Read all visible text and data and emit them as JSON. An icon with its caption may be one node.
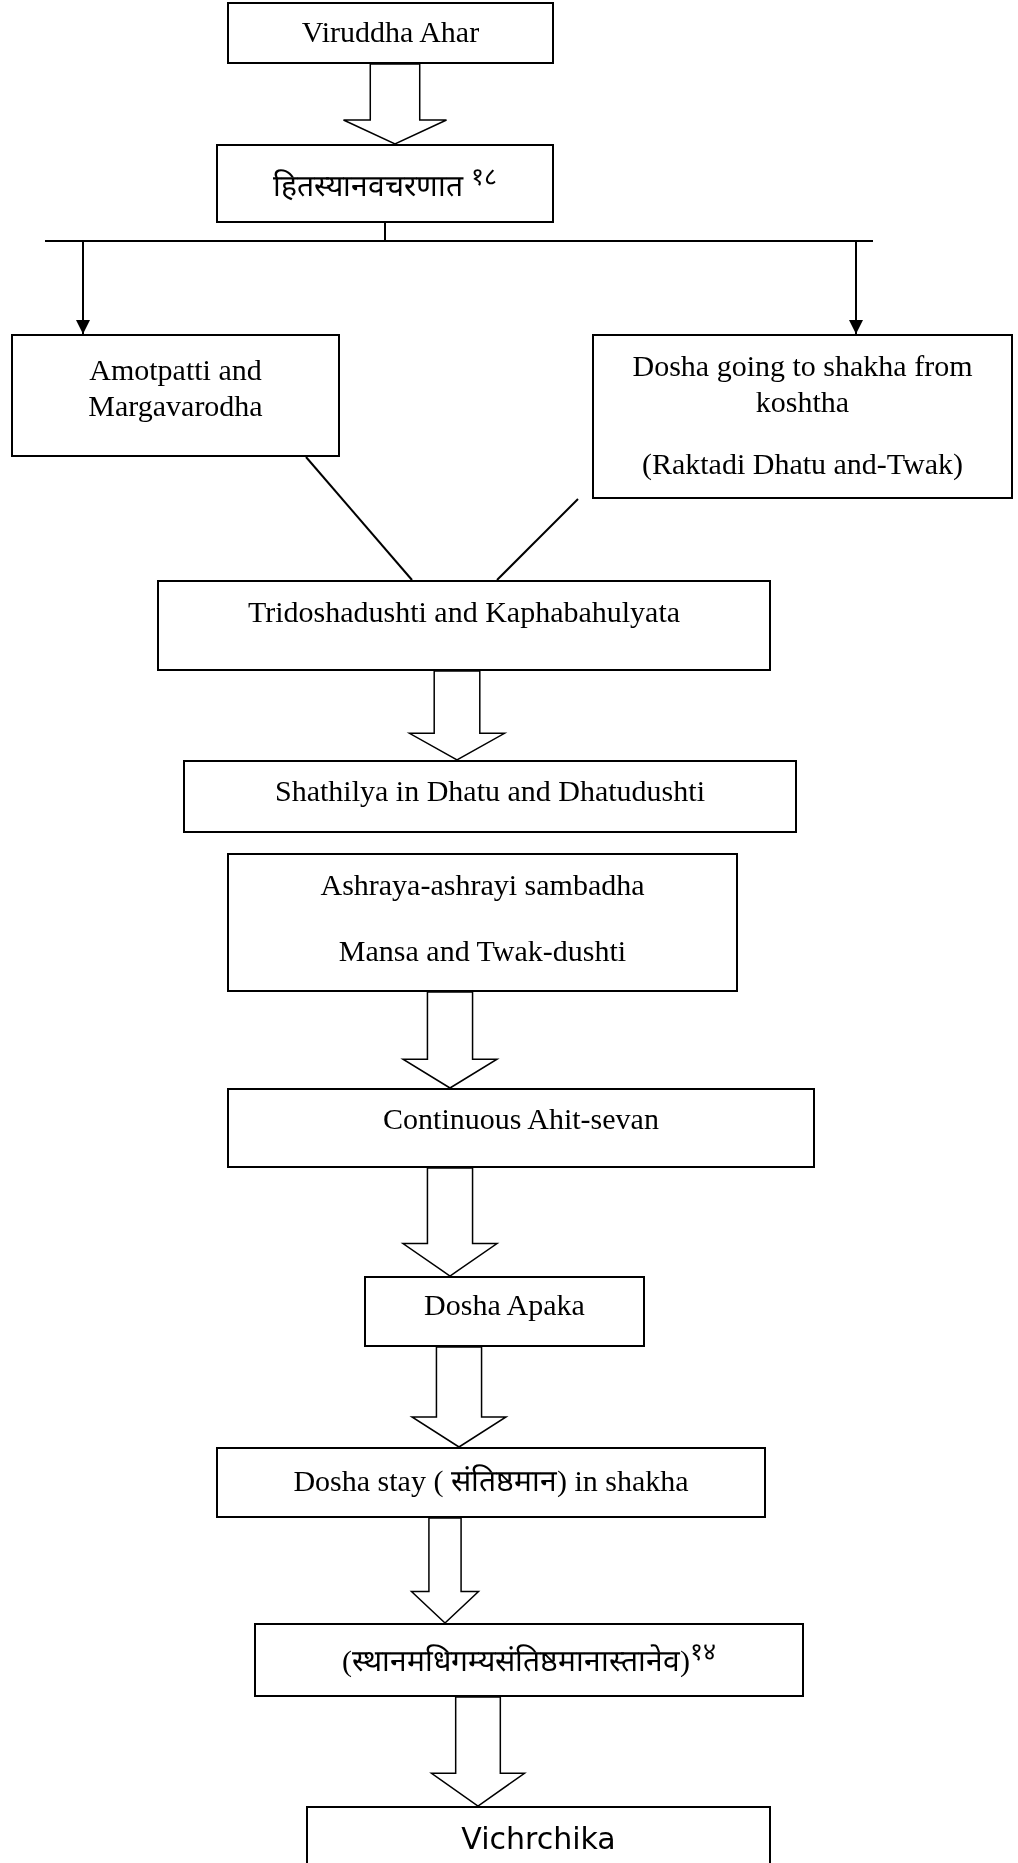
{
  "diagram": {
    "nodes": [
      {
        "text": [
          "Viruddha Ahar"
        ]
      },
      {
        "text": [
          "हितस्यानवचरणात $^{१८}$"
        ]
      },
      {
        "text": [
          "Amotpatti and Margavarodha"
        ]
      },
      {
        "text": [
          "Dosha going to shakha from koshtha",
          "(Raktadi Dhatu and-Twak)"
        ]
      },
      {
        "text": [
          "Tridoshadushti and Kaphabahulyata"
        ]
      },
      {
        "text": [
          "Shathilya in Dhatu and  Dhatudushti"
        ]
      },
      {
        "text": [
          "Ashraya-ashrayi sambadha",
          "Mansa and Twak-dushti"
        ]
      },
      {
        "text": [
          "Continuous Ahit-sevan"
        ]
      },
      {
        "text": [
          "Dosha Apaka"
        ]
      },
      {
        "text": [
          "Dosha stay ( संतिष्ठमान) in shakha"
        ]
      },
      {
        "text": [
          "(स्थानमधिगम्यसंतिष्ठमानास्तानेव)$^{१४}$"
        ]
      },
      {
        "text": [
          "Vichrchika"
        ]
      }
    ],
    "edges": [
      {
        "from": 0,
        "to": 1,
        "arrow": "to",
        "style": "thick"
      },
      {
        "from": 1,
        "to": 2,
        "arrow": "to"
      },
      {
        "from": 1,
        "to": 3,
        "arrow": "to"
      },
      {
        "from": 2,
        "to": 4,
        "arrow": "none"
      },
      {
        "from": 3,
        "to": 4,
        "arrow": "none"
      },
      {
        "from": 4,
        "to": 5,
        "arrow": "to",
        "style": "thick"
      },
      {
        "from": 6,
        "to": 7,
        "arrow": "to",
        "style": "thick"
      },
      {
        "from": 7,
        "to": 8,
        "arrow": "to",
        "style": "thick"
      },
      {
        "from": 8,
        "to": 9,
        "arrow": "to",
        "style": "thick"
      },
      {
        "from": 9,
        "to": 10,
        "arrow": "to",
        "style": "thick"
      },
      {
        "from": 10,
        "to": 11,
        "arrow": "to",
        "style": "thick"
      }
    ]
  }
}
